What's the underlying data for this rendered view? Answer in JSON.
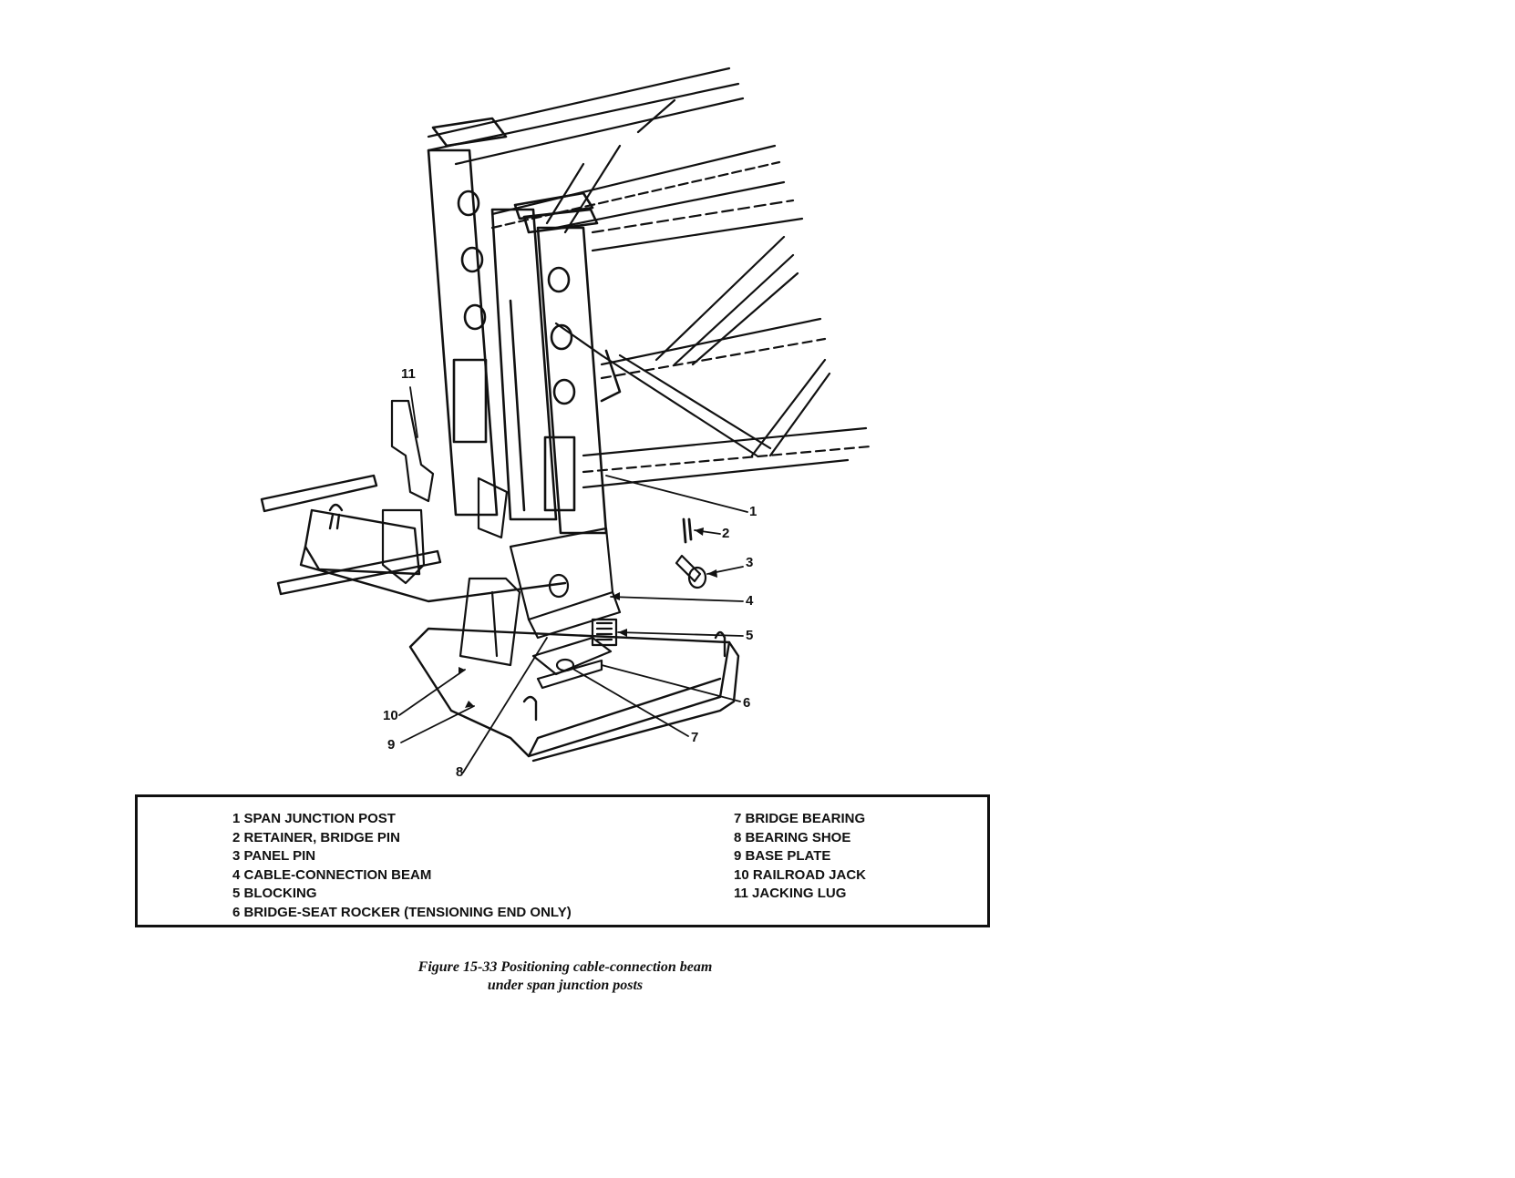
{
  "callouts": [
    "1",
    "2",
    "3",
    "4",
    "5",
    "6",
    "7",
    "8",
    "9",
    "10",
    "11"
  ],
  "legend": {
    "left": [
      "1 SPAN JUNCTION POST",
      "2 RETAINER, BRIDGE PIN",
      "3 PANEL PIN",
      "4 CABLE-CONNECTION BEAM",
      "5 BLOCKING",
      "6 BRIDGE-SEAT ROCKER (TENSIONING END ONLY)"
    ],
    "right": [
      "7 BRIDGE BEARING",
      "8 BEARING SHOE",
      "9 BASE PLATE",
      "10 RAILROAD JACK",
      "11 JACKING LUG"
    ]
  },
  "caption": {
    "line1": "Figure 15-33 Positioning cable-connection beam",
    "line2": "under span junction posts"
  }
}
